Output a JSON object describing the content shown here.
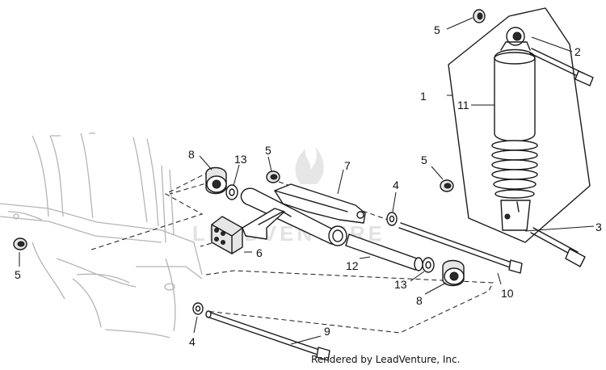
{
  "callouts": [
    "1",
    "2",
    "3",
    "4",
    "4",
    "5",
    "5",
    "5",
    "5",
    "6",
    "7",
    "8",
    "8",
    "9",
    "10",
    "11",
    "12",
    "13",
    "13"
  ],
  "watermark": "LEADVENTURE",
  "credit": "Rendered by LeadVenture, Inc."
}
